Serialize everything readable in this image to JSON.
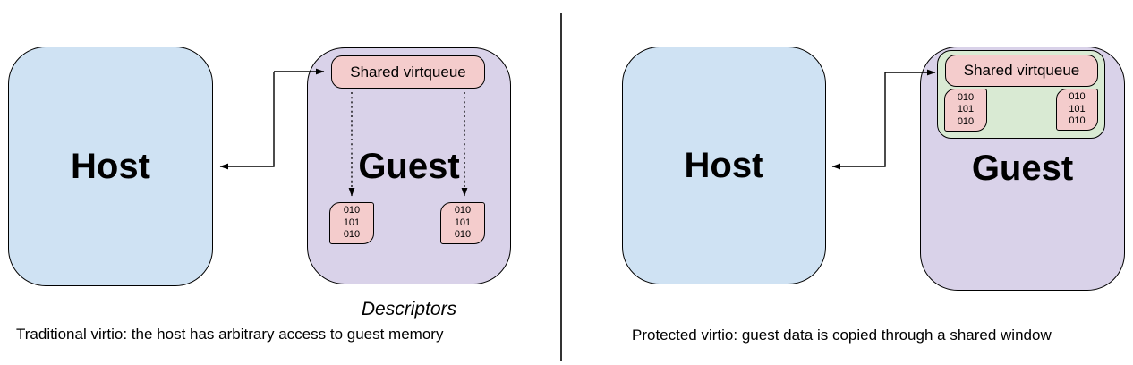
{
  "colors": {
    "host_fill": "#cfe2f3",
    "guest_fill": "#d9d2e9",
    "virtqueue_fill": "#f4cccc",
    "shared_window_fill": "#d9ead3",
    "stroke": "#000000",
    "divider": "#333333"
  },
  "left_panel": {
    "host_label": "Host",
    "guest_label": "Guest",
    "virtqueue_label": "Shared virtqueue",
    "descriptor_box_1": "010\n101\n010",
    "descriptor_box_2": "010\n101\n010",
    "descriptors_label": "Descriptors",
    "caption": "Traditional virtio: the host has arbitrary access to guest memory"
  },
  "right_panel": {
    "host_label": "Host",
    "guest_label": "Guest",
    "virtqueue_label": "Shared virtqueue",
    "window_box_1": "010\n101\n010",
    "window_box_2": "010\n101\n010",
    "caption": "Protected virtio: guest data is copied through a shared window"
  }
}
